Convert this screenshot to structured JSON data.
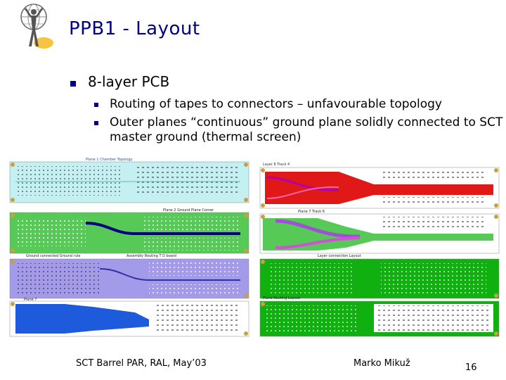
{
  "slide": {
    "title": "PPB1 - Layout",
    "bullets": {
      "main": "8-layer PCB",
      "sub1": "Routing of tapes to connectors – unfavourable topology",
      "sub2": "Outer planes “continuous” ground plane solidly connected to SCT master ground (thermal screen)"
    },
    "pcb_panel_labels": {
      "left1": "Plane 1  Chamber  Topology",
      "right1": "Layer 8  Track 4",
      "left2": "Plane 2  Ground  Plane  Corner",
      "right2": "Plane 7  Track 6",
      "left3": "Ground  connected  Ground  rule",
      "left3b": "Assembly  Routing  T  D  board",
      "right3": "Layer  connection  Layout",
      "left4": "Plane 7",
      "right4": "Plane  Routing  Layout"
    },
    "colors": {
      "title": "#000080",
      "bullet": "#000080",
      "layer_cyan": "#c4f0f2",
      "layer_green": "#57c957",
      "layer_purple": "#a39be9",
      "layer_blue": "#1e5adc",
      "layer_red": "#e01818",
      "layer_green_solid": "#10b010"
    }
  },
  "footer": {
    "left": "SCT Barrel PAR, RAL, May’03",
    "author": "Marko Mikuž",
    "page": "16"
  }
}
